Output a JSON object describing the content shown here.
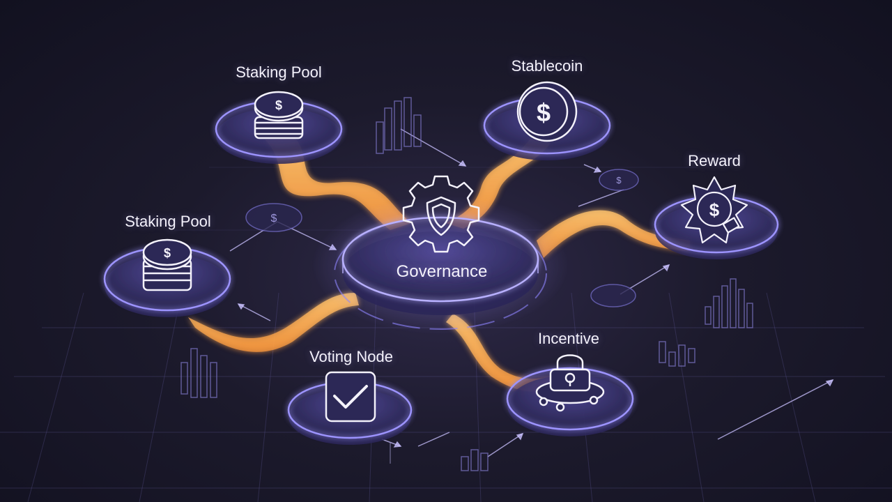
{
  "colors": {
    "background": "#1c1a2c",
    "platform_edge": "#8f86ff",
    "flow": "#ffb25a",
    "grid": "#5a5490",
    "text": "#f4f2fb"
  },
  "diagram": {
    "center": {
      "label": "Governance",
      "icon": "shield-gear-icon"
    },
    "nodes": [
      {
        "id": "staking-pool-top",
        "label": "Staking Pool",
        "icon": "coin-stack-icon"
      },
      {
        "id": "stablecoin",
        "label": "Stablecoin",
        "icon": "dollar-coin-icon"
      },
      {
        "id": "reward",
        "label": "Reward",
        "icon": "reward-badge-icon"
      },
      {
        "id": "staking-pool-left",
        "label": "Staking Pool",
        "icon": "coin-stack-icon"
      },
      {
        "id": "voting-node",
        "label": "Voting Node",
        "icon": "checkbox-icon"
      },
      {
        "id": "incentive",
        "label": "Incentive",
        "icon": "padlock-icon"
      }
    ]
  }
}
